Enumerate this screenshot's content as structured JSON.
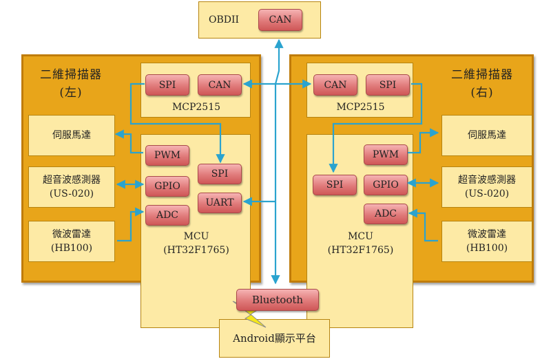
{
  "obd": {
    "label": "OBDII",
    "can": "CAN"
  },
  "left": {
    "title_line1": "二維掃描器",
    "title_line2": "(左)",
    "mcp": {
      "spi": "SPI",
      "can": "CAN",
      "label": "MCP2515"
    },
    "servo": "伺服馬達",
    "ultrasonic_line1": "超音波感測器",
    "ultrasonic_line2": "(US-020)",
    "radar_line1": "微波雷達",
    "radar_line2": "(HB100)",
    "mcu": {
      "pwm": "PWM",
      "gpio": "GPIO",
      "adc": "ADC",
      "spi": "SPI",
      "uart": "UART",
      "label_line1": "MCU",
      "label_line2": "(HT32F1765)"
    }
  },
  "right": {
    "title_line1": "二維掃描器",
    "title_line2": "(右)",
    "mcp": {
      "can": "CAN",
      "spi": "SPI",
      "label": "MCP2515"
    },
    "servo": "伺服馬達",
    "ultrasonic_line1": "超音波感測器",
    "ultrasonic_line2": "(US-020)",
    "radar_line1": "微波雷達",
    "radar_line2": "(HB100)",
    "mcu": {
      "pwm": "PWM",
      "spi": "SPI",
      "gpio": "GPIO",
      "adc": "ADC",
      "label_line1": "MCU",
      "label_line2": "(HT32F1765)"
    }
  },
  "bluetooth": "Bluetooth",
  "android": "Android顯示平台",
  "colors": {
    "outer": "#e8a51a",
    "inner": "#fdeaa5",
    "chip": "#e07a7a",
    "connector": "#2aa3cf",
    "lightning": "#f5e61a"
  }
}
